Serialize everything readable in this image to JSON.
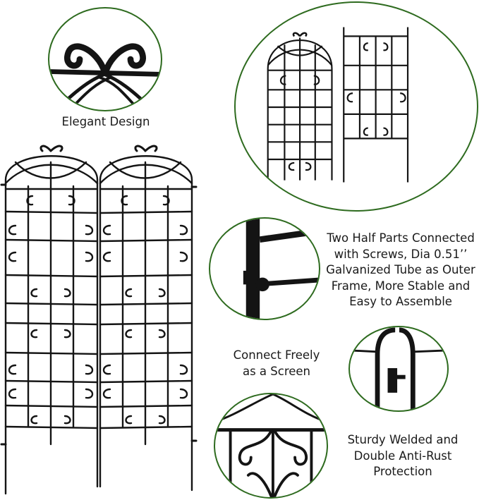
{
  "captions": {
    "elegant_design": "Elegant Design",
    "connection_lines": [
      "Two Half Parts Connected",
      "with Screws, Dia 0.51’’",
      "Galvanized Tube as Outer",
      "Frame, More Stable and",
      "Easy to Assemble"
    ],
    "screen_lines": [
      "Connect Freely",
      "as a Screen"
    ],
    "welded_lines": [
      "Sturdy Welded and",
      "Double Anti-Rust",
      "Protection"
    ]
  },
  "colors": {
    "metal": "#141414",
    "circle_border": "#2e6b1f",
    "text": "#1a1a1a",
    "background": "#ffffff"
  }
}
